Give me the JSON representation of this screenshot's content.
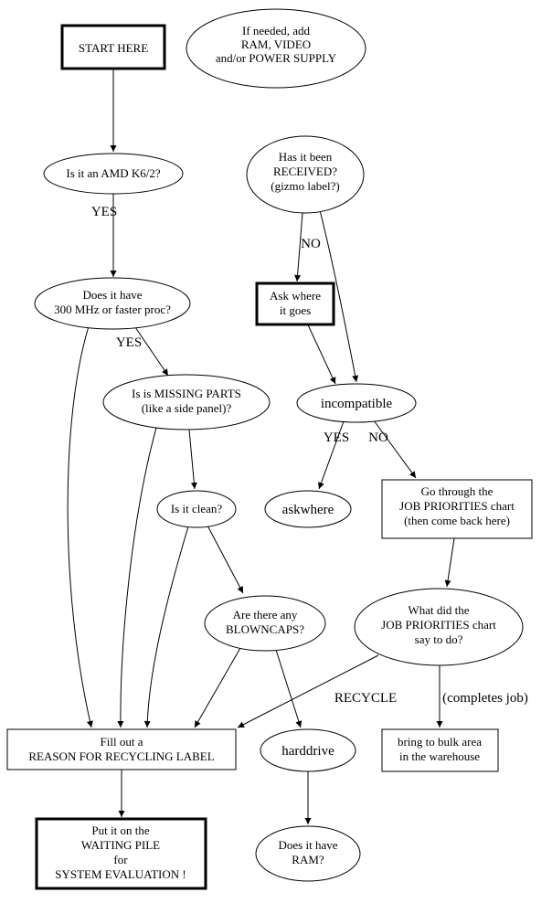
{
  "colors": {
    "stroke": "#000000",
    "background": "#ffffff",
    "text": "#000000"
  },
  "diagram": {
    "nodes": {
      "start": {
        "shape": "rect-bold",
        "lines": [
          "START HERE"
        ]
      },
      "if_needed": {
        "shape": "ellipse",
        "lines": [
          "If needed, add",
          "RAM, VIDEO",
          "and/or POWER SUPPLY"
        ]
      },
      "amd": {
        "shape": "ellipse",
        "lines": [
          "Is it an AMD K6/2?"
        ]
      },
      "received": {
        "shape": "ellipse",
        "lines": [
          "Has it been",
          "RECEIVED?",
          "(gizmo label?)"
        ]
      },
      "ask_where": {
        "shape": "rect-bold",
        "lines": [
          "Ask where",
          "it goes"
        ]
      },
      "mhz": {
        "shape": "ellipse",
        "lines": [
          "Does it have",
          "300 MHz or faster proc?"
        ]
      },
      "missing_parts": {
        "shape": "ellipse",
        "lines": [
          "Is is MISSING PARTS",
          "(like a side panel)?"
        ]
      },
      "incompatible": {
        "shape": "ellipse",
        "lines": [
          "incompatible"
        ]
      },
      "askwhere": {
        "shape": "ellipse",
        "lines": [
          "askwhere"
        ]
      },
      "job_chart": {
        "shape": "rect",
        "lines": [
          "Go through the",
          "JOB PRIORITIES chart",
          "(then come back here)"
        ]
      },
      "clean": {
        "shape": "ellipse",
        "lines": [
          "Is it clean?"
        ]
      },
      "blowncaps": {
        "shape": "ellipse",
        "lines": [
          "Are there any",
          "BLOWNCAPS?"
        ]
      },
      "what_did": {
        "shape": "ellipse",
        "lines": [
          "What did the",
          "JOB PRIORITIES chart",
          "say to do?"
        ]
      },
      "fill_out": {
        "shape": "rect",
        "lines": [
          "Fill out a",
          "REASON FOR RECYCLING LABEL"
        ]
      },
      "harddrive": {
        "shape": "ellipse",
        "lines": [
          "harddrive"
        ]
      },
      "bulk_area": {
        "shape": "rect",
        "lines": [
          "bring to bulk area",
          "in the warehouse"
        ]
      },
      "waiting_pile": {
        "shape": "rect-bold",
        "lines": [
          "Put it on the",
          "WAITING PILE",
          "for",
          "SYSTEM EVALUATION !"
        ]
      },
      "ram": {
        "shape": "ellipse",
        "lines": [
          "Does it have",
          "RAM?"
        ]
      }
    },
    "edge_labels": {
      "amd_yes": "YES",
      "received_no": "NO",
      "mhz_yes": "YES",
      "incompatible_yes": "YES",
      "incompatible_no": "NO",
      "recycle": "RECYCLE",
      "completes_job": "(completes job)"
    }
  }
}
